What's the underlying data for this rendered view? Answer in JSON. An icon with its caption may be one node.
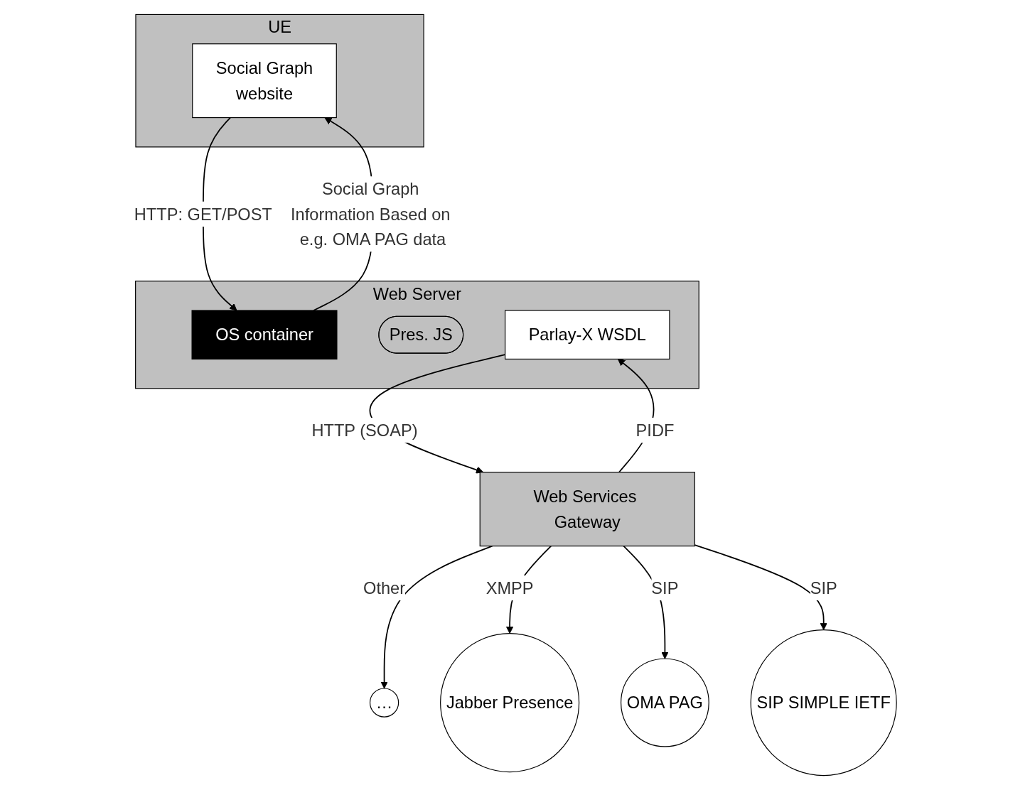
{
  "diagram": {
    "nodes": [
      {
        "text": [
          "UE"
        ]
      },
      {
        "text": [
          "Social Graph",
          "website"
        ],
        "in": 0
      },
      {
        "text": [
          "Web Server"
        ]
      },
      {
        "text": [
          "OS container"
        ],
        "in": 2
      },
      {
        "text": [
          "Pres. JS"
        ],
        "in": 2
      },
      {
        "text": [
          "Parlay-X WSDL"
        ],
        "in": 2
      },
      {
        "text": [
          "Web Services Gateway"
        ]
      },
      {
        "text": [
          "…"
        ]
      },
      {
        "text": [
          "Jabber Presence"
        ]
      },
      {
        "text": [
          "OMA PAG"
        ]
      },
      {
        "text": [
          "SIP SIMPLE IETF"
        ]
      }
    ],
    "edges": [
      {
        "from": 1,
        "to": 3,
        "arrow": "to",
        "label": "HTTP: GET/POST"
      },
      {
        "from": 3,
        "to": 1,
        "arrow": "to",
        "label": "Social Graph Information Based on e.g. OMA PAG data"
      },
      {
        "from": 5,
        "to": 6,
        "arrow": "to",
        "label": "HTTP (SOAP)"
      },
      {
        "from": 6,
        "to": 5,
        "arrow": "to",
        "label": "PIDF"
      },
      {
        "from": 6,
        "to": 7,
        "arrow": "to",
        "label": "Other"
      },
      {
        "from": 6,
        "to": 8,
        "arrow": "to",
        "label": "XMPP"
      },
      {
        "from": 6,
        "to": 9,
        "arrow": "to",
        "label": "SIP"
      },
      {
        "from": 6,
        "to": 10,
        "arrow": "to",
        "label": "SIP"
      }
    ]
  }
}
